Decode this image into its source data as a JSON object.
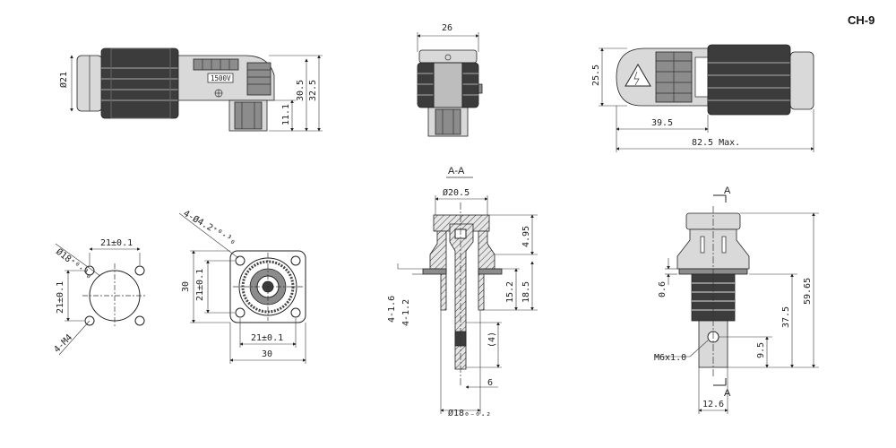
{
  "model_code": "CH-9",
  "section_label": "A-A",
  "voltage_marking": "1500V",
  "views": {
    "side_view": {
      "dims": [
        "Ø21",
        "30.5",
        "32.5",
        "11.1"
      ]
    },
    "front_view": {
      "dims": [
        "26"
      ]
    },
    "right_view": {
      "dims": [
        "25.5",
        "39.5",
        "82.5 Max."
      ]
    },
    "panel_cutout": {
      "dims": [
        "Ø18⁺⁰·³₀",
        "21±0.1",
        "21±0.1",
        "4-M4"
      ]
    },
    "flange_view": {
      "dims": [
        "4-Ø4.2⁺⁰·³₀",
        "30",
        "21±0.1",
        "21±0.1",
        "30"
      ]
    },
    "section_view": {
      "dims": [
        "Ø20.5",
        "4.95",
        "15.2",
        "18.5",
        "4-1.6",
        "4-1.2",
        "(4)",
        "6",
        "Ø18₀₋₀.₂"
      ]
    },
    "profile_view": {
      "dims": [
        "A",
        "A",
        "0.6",
        "59.65",
        "37.5",
        "9.5",
        "M6x1.0",
        "12.6"
      ]
    }
  }
}
